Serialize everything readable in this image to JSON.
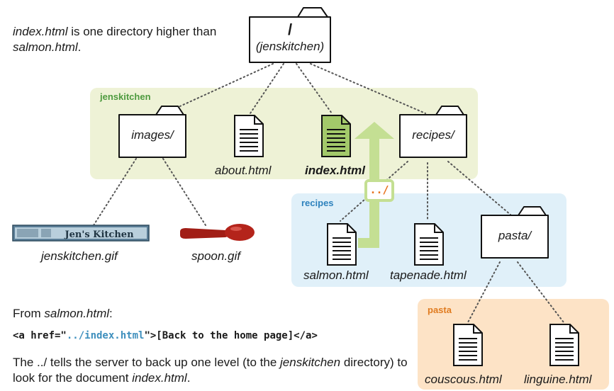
{
  "intro": {
    "part1": "index.html",
    "part2": " is one directory higher than ",
    "part3": "salmon.html",
    "part4": "."
  },
  "root": {
    "name": "/",
    "sub": "(jenskitchen)"
  },
  "groups": {
    "jenskitchen": "jenskitchen",
    "recipes": "recipes",
    "pasta": "pasta"
  },
  "nodes": {
    "images": "images/",
    "about": "about.html",
    "index": "index.html",
    "recipes": "recipes/",
    "jenskitchen_gif": "jenskitchen.gif",
    "spoon_gif": "spoon.gif",
    "salmon": "salmon.html",
    "tapenade": "tapenade.html",
    "pasta": "pasta/",
    "couscous": "couscous.html",
    "linguine": "linguine.html"
  },
  "logo_text": "Jen's Kitchen",
  "up_badge": "../",
  "note": {
    "from_prefix": "From ",
    "from_file": "salmon.html",
    "from_suffix": ":",
    "code_a": "<a href=\"",
    "code_path": "../index.html",
    "code_b": "\">[Back to the home page]</a>",
    "explain_1": "The ../ tells the server to back up one level (to the ",
    "explain_dir": "jenskitchen",
    "explain_2": " directory) to look for the document ",
    "explain_file": "index.html",
    "explain_3": "."
  },
  "colors": {
    "jenskitchen_bg": "#eef2d6",
    "recipes_bg": "#e0f0f9",
    "pasta_bg": "#fde3c6",
    "jenskitchen_label": "#4d9a3e",
    "recipes_label": "#2e82bd",
    "pasta_label": "#e07b1f",
    "arrow": "#c4df93",
    "highlight_doc": "#a3c96a",
    "badge_text": "#e8731f",
    "code_path": "#3e8fbd"
  }
}
